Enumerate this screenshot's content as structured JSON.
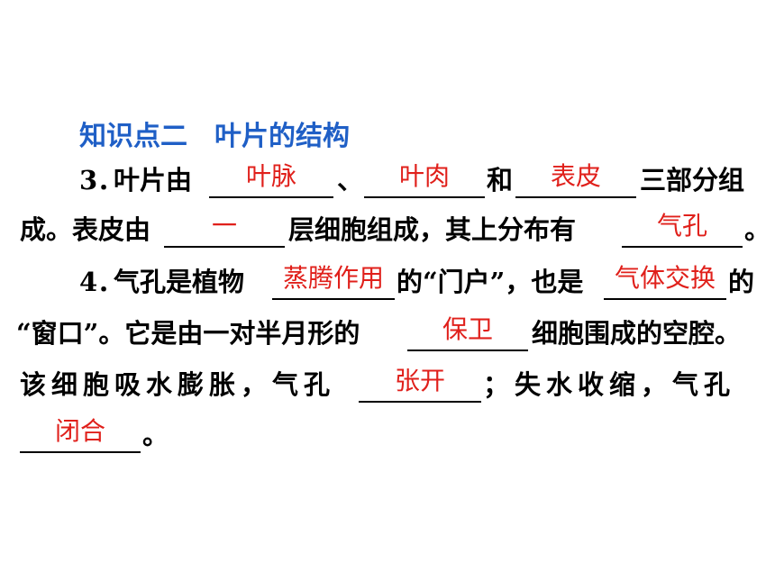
{
  "heading": "知识点二　叶片的结构",
  "q3": {
    "number": "3．",
    "t1": "叶片由",
    "a1": "叶脉",
    "t2": "、",
    "a2": "叶肉",
    "t3": "和",
    "a3": "表皮",
    "t4": "三部分组",
    "t5": "成。表皮由",
    "a4": "一",
    "t6": "层细胞组成，其上分布有",
    "a5": "气孔",
    "t7": "。"
  },
  "q4": {
    "number": "4．",
    "t1": "气孔是植物",
    "a1": "蒸腾作用",
    "t2": "的“门户”，也是",
    "a2": "气体交换",
    "t3": "的",
    "t4": "“窗口”。它是由一对半月形的",
    "a3": "保卫",
    "t5": "细胞围成的空腔。",
    "t6": "该细胞吸水膨胀，气孔",
    "a4": "张开",
    "t7": "；失水收缩，气孔",
    "a5": "闭合",
    "t8": "。"
  },
  "colors": {
    "heading": "#1f5fc6",
    "answer": "#e0201b",
    "text": "#000000"
  }
}
